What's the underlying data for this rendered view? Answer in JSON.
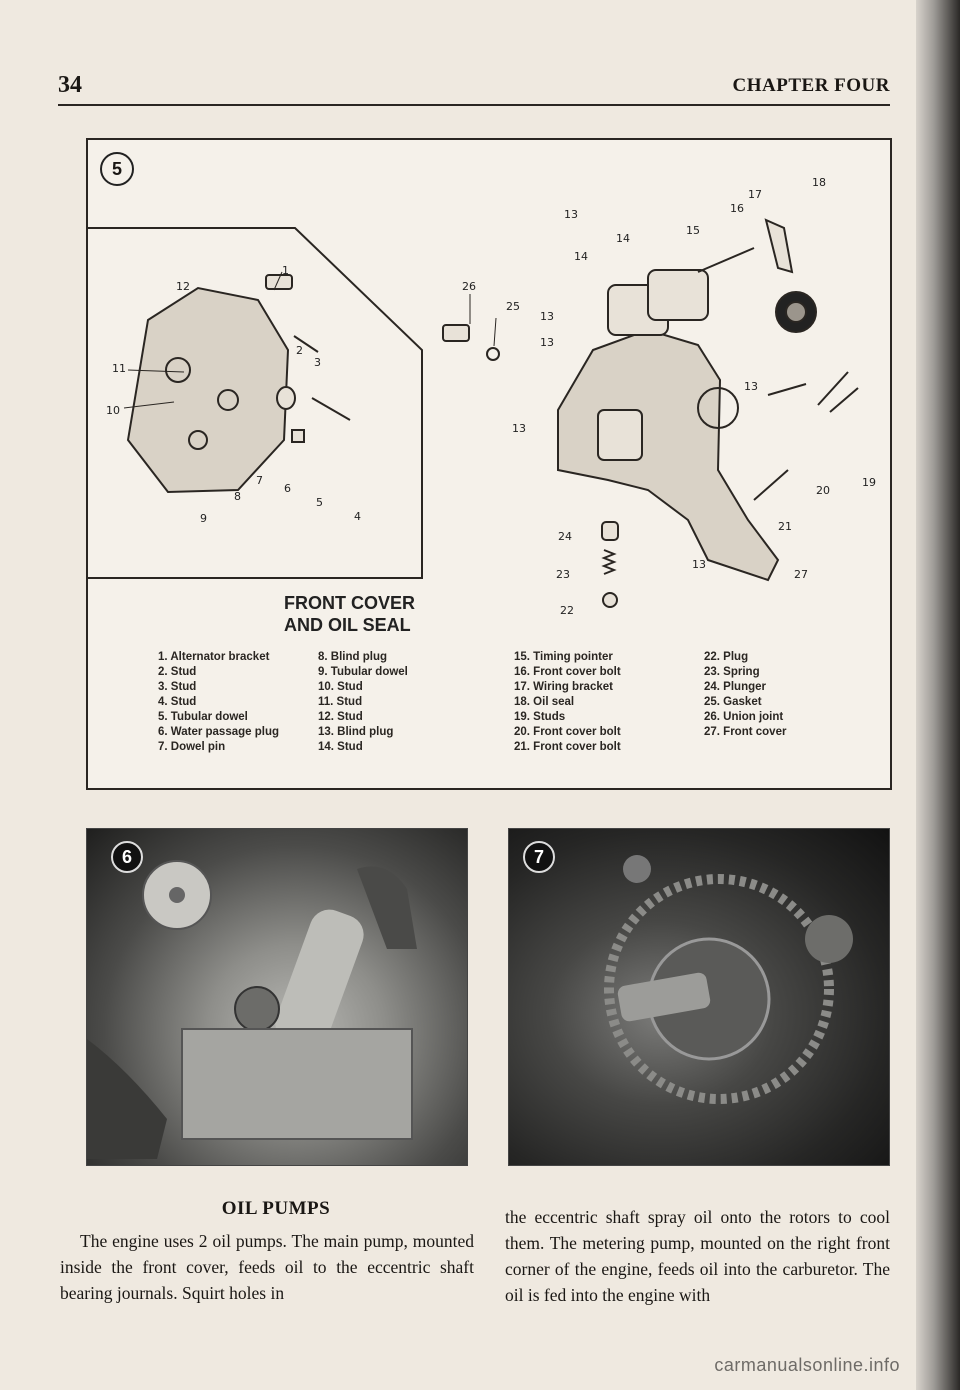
{
  "header": {
    "page_number": "34",
    "chapter": "CHAPTER FOUR"
  },
  "figure5": {
    "badge": "5",
    "title_line1": "FRONT COVER",
    "title_line2": "AND OIL SEAL",
    "legend_col1": [
      "1. Alternator bracket",
      "2. Stud",
      "3. Stud",
      "4. Stud",
      "5. Tubular dowel",
      "6. Water passage plug",
      "7. Dowel pin"
    ],
    "legend_col2": [
      "8. Blind plug",
      "9. Tubular dowel",
      "10. Stud",
      "11. Stud",
      "12. Stud",
      "13. Blind plug",
      "14. Stud"
    ],
    "legend_col3": [
      "15. Timing pointer",
      "16. Front cover bolt",
      "17. Wiring bracket",
      "18. Oil seal",
      "19. Studs",
      "20. Front cover bolt",
      "21. Front cover bolt"
    ],
    "legend_col4": [
      "22. Plug",
      "23. Spring",
      "24. Plunger",
      "25. Gasket",
      "26. Union joint",
      "27. Front cover"
    ],
    "callouts_inset": [
      "1",
      "2",
      "3",
      "4",
      "5",
      "6",
      "7",
      "8",
      "9",
      "10",
      "11",
      "12"
    ],
    "callouts_main": [
      "13",
      "13",
      "13",
      "13",
      "13",
      "13",
      "14",
      "14",
      "15",
      "16",
      "17",
      "18",
      "19",
      "20",
      "21",
      "22",
      "23",
      "24",
      "25",
      "26",
      "27"
    ]
  },
  "photos": {
    "photo6_badge": "6",
    "photo7_badge": "7"
  },
  "section": {
    "title": "OIL PUMPS",
    "left_text": "The engine uses 2 oil pumps. The main pump, mounted inside the front cover, feeds oil to the eccentric shaft bearing journals. Squirt holes in",
    "right_text": "the eccentric shaft spray oil onto the rotors to cool them. The metering pump, mounted on the right front corner of the engine, feeds oil into the carburetor. The oil is fed into the engine with"
  },
  "watermark": "carmanualsonline.info"
}
